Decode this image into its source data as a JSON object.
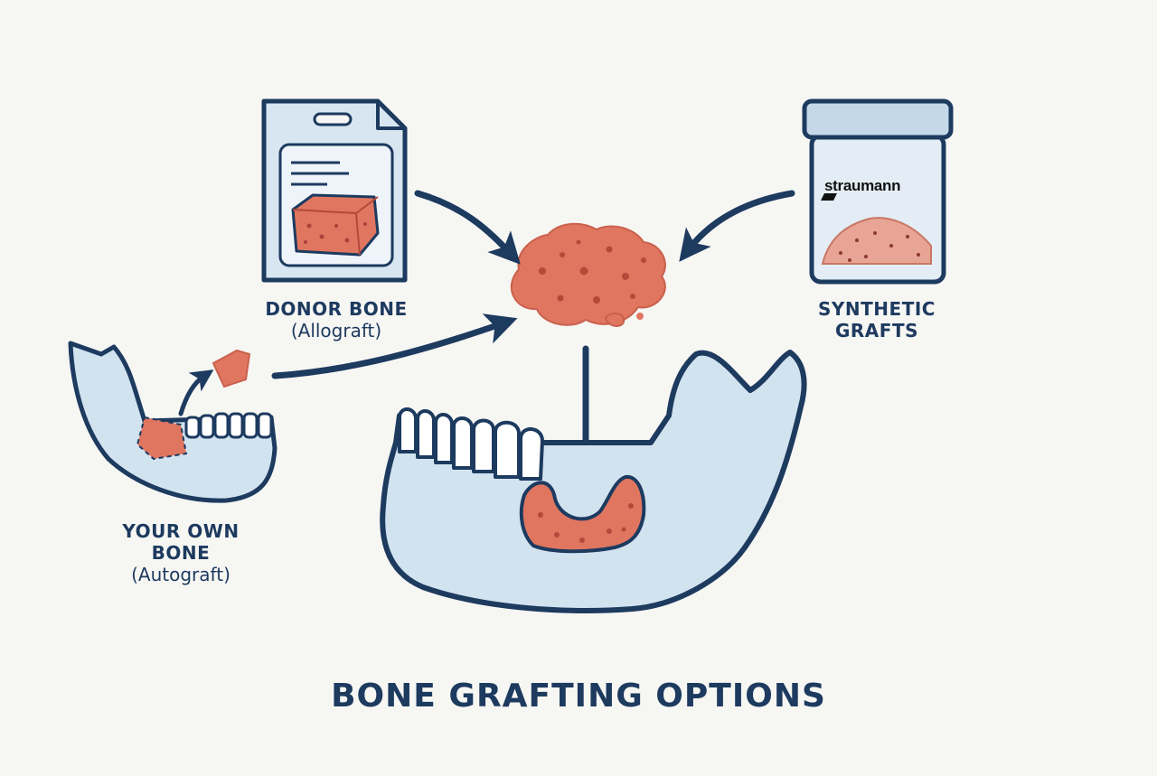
{
  "title": "BONE GRAFTING OPTIONS",
  "sources": [
    {
      "id": "donor",
      "name": "DONOR BONE",
      "type": "(Allograft)"
    },
    {
      "id": "synthetic",
      "name_line1": "SYNTHETIC",
      "name_line2": "GRAFTS",
      "brand": "straumann"
    },
    {
      "id": "autograft",
      "name_line1": "YOUR OWN",
      "name_line2": "BONE",
      "type": "(Autograft)"
    }
  ],
  "colors": {
    "outline": "#1d3a5f",
    "bone_fill": "#d2e3f0",
    "graft": "#e07660",
    "graft_dark": "#b4493a",
    "background": "#f6f6f3"
  },
  "icons": [
    "allograft-package-icon",
    "synthetic-jar-icon",
    "graft-material-icon",
    "mandible-icon",
    "arrow-icon"
  ]
}
